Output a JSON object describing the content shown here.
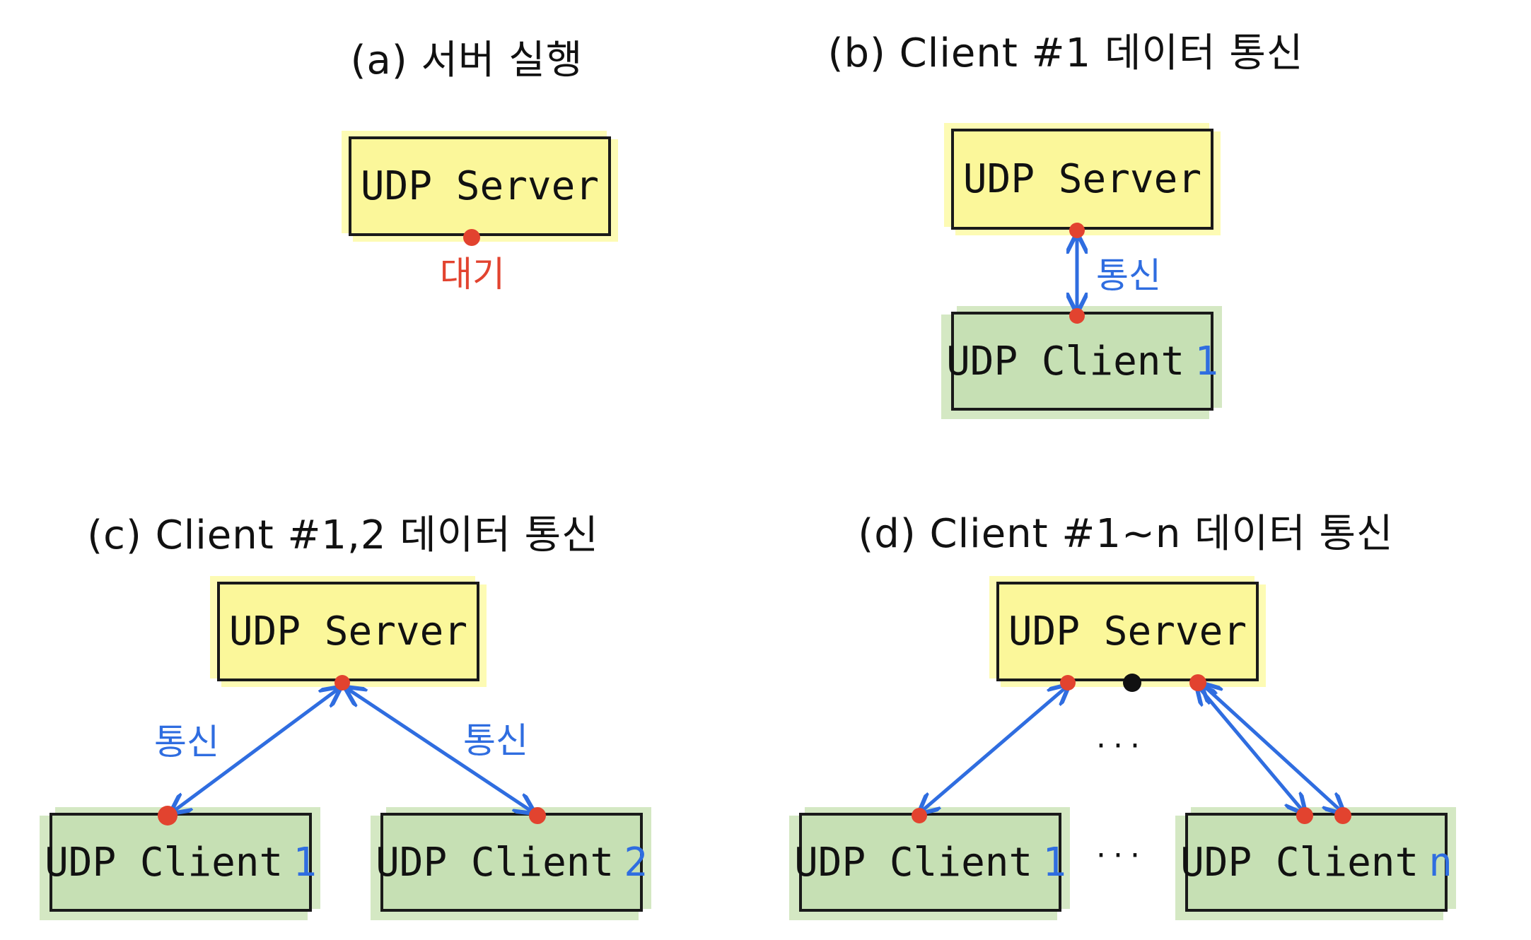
{
  "panels": {
    "a": {
      "title": "(a) 서버 실행",
      "server_label": "UDP Server",
      "wait_label": "대기"
    },
    "b": {
      "title": "(b) Client #1 데이터 통신",
      "server_label": "UDP Server",
      "client_label": "UDP Client",
      "client_num": "1",
      "comm_label": "통신"
    },
    "c": {
      "title": "(c) Client #1,2 데이터 통신",
      "server_label": "UDP Server",
      "client1_label": "UDP Client",
      "client1_num": "1",
      "client2_label": "UDP Client",
      "client2_num": "2",
      "comm_left_label": "통신",
      "comm_right_label": "통신"
    },
    "d": {
      "title": "(d) Client #1~n 데이터 통신",
      "server_label": "UDP Server",
      "client1_label": "UDP Client",
      "client1_num": "1",
      "clientn_label": "UDP Client",
      "clientn_num": "n",
      "ellipsis_mid": "···",
      "ellipsis_bottom": "···"
    }
  },
  "colors": {
    "server_fill": "#fbf79a",
    "client_fill": "#c6e0b4",
    "arrow": "#2f6de0",
    "port_dot": "#e2432f",
    "text": "#111111"
  }
}
